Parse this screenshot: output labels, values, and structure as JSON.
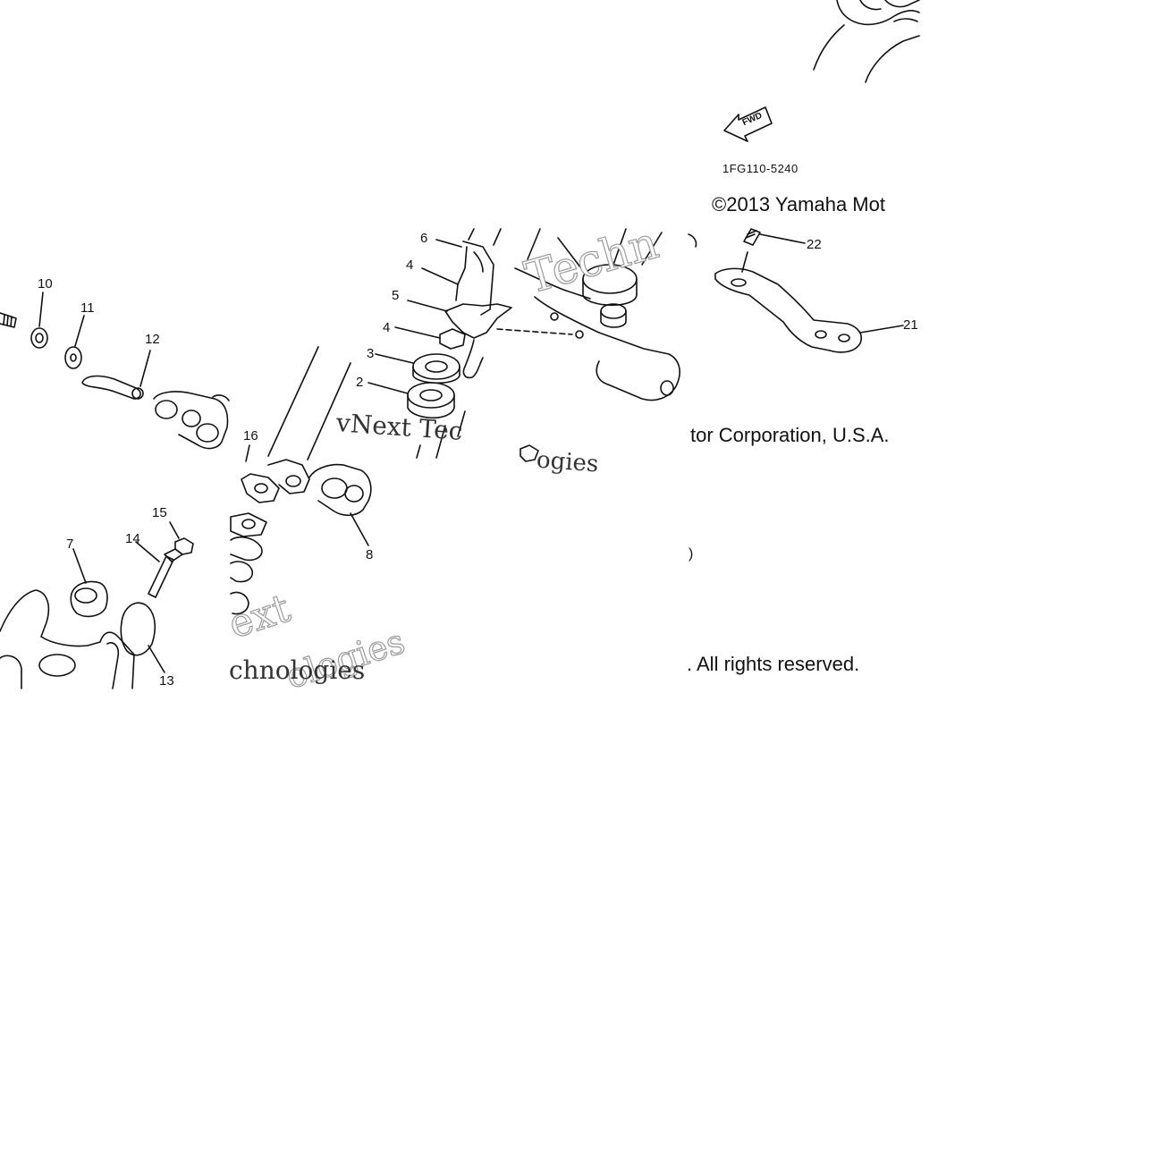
{
  "diagram": {
    "drawing_code": "1FG110-5240",
    "fwd_badge": "FWD",
    "copyright_head": "©2013 Yamaha Mot",
    "copyright_mid": "tor Corporation, U.S.A.",
    "copyright_tail": ". All rights reserved.",
    "copyright_stub": ")",
    "watermark": {
      "line1": "vNext Tec",
      "line1_tail": "ogies",
      "big_top": "Techn",
      "big_mid": "ext",
      "big_bottom": "ologies",
      "bottom_left": "chnologies"
    },
    "callouts": [
      {
        "id": "c10",
        "text": "10"
      },
      {
        "id": "c11",
        "text": "11"
      },
      {
        "id": "c12",
        "text": "12"
      },
      {
        "id": "c16",
        "text": "16"
      },
      {
        "id": "c15",
        "text": "15"
      },
      {
        "id": "c14",
        "text": "14"
      },
      {
        "id": "c7",
        "text": "7"
      },
      {
        "id": "c13",
        "text": "13"
      },
      {
        "id": "c6",
        "text": "6"
      },
      {
        "id": "c4a",
        "text": "4"
      },
      {
        "id": "c5",
        "text": "5"
      },
      {
        "id": "c4b",
        "text": "4"
      },
      {
        "id": "c3",
        "text": "3"
      },
      {
        "id": "c2",
        "text": "2"
      },
      {
        "id": "c8",
        "text": "8"
      },
      {
        "id": "c22",
        "text": "22"
      },
      {
        "id": "c21",
        "text": "21"
      }
    ]
  }
}
